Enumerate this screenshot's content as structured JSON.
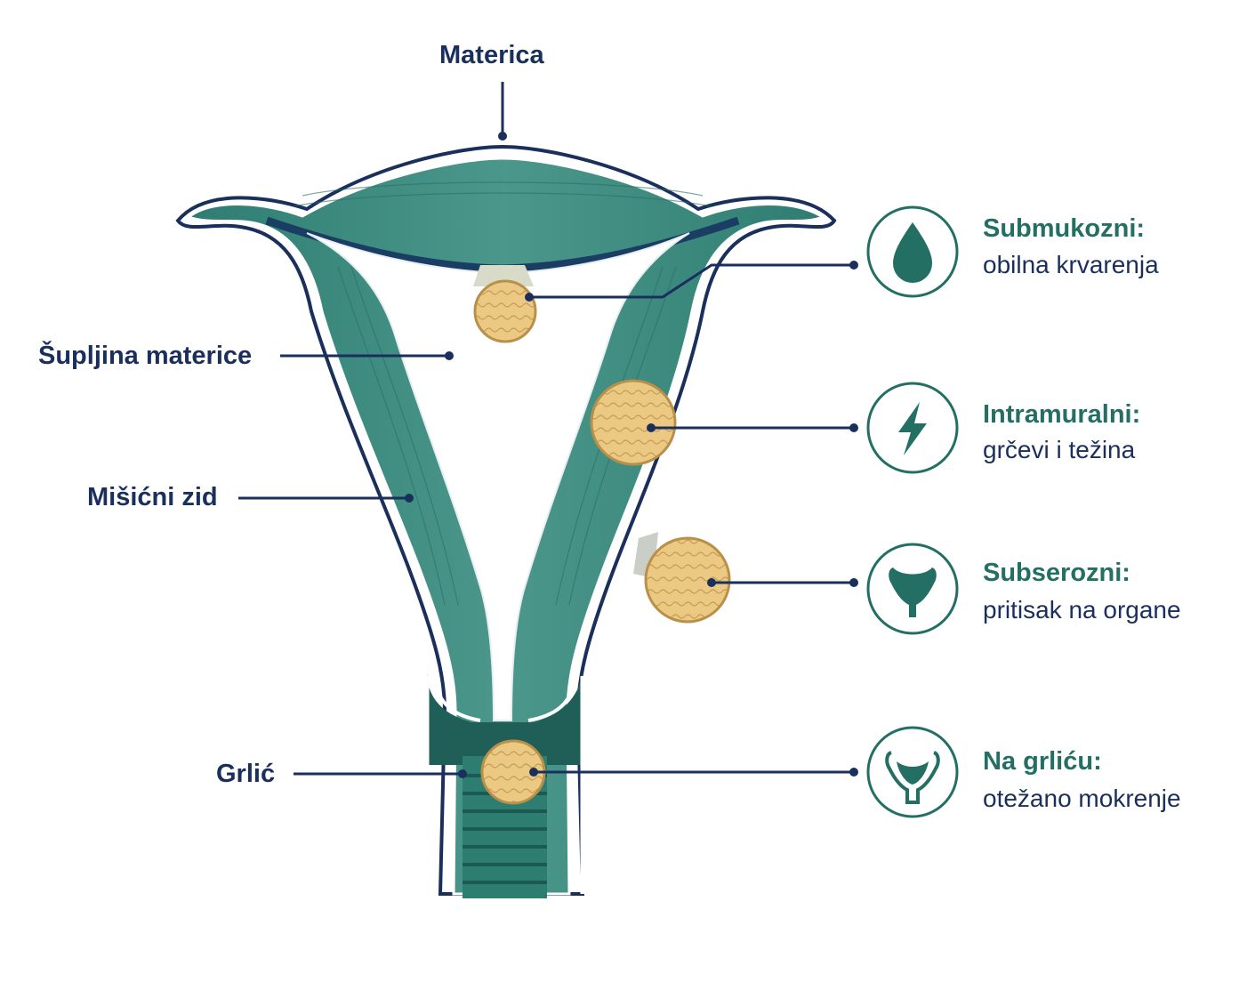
{
  "labels": {
    "uterus": "Materica",
    "cavity": "Šupljina materice",
    "muscle_wall": "Mišićni zid",
    "cervix": "Grlić"
  },
  "types": [
    {
      "title": "Submukozni:",
      "desc": "obilna krvarenja",
      "icon": "drop-icon"
    },
    {
      "title": "Intramuralni:",
      "desc": "grčevi i težina",
      "icon": "lightning-icon"
    },
    {
      "title": "Subserozni:",
      "desc": "pritisak na organe",
      "icon": "bladder-icon"
    },
    {
      "title": "Na grliću:",
      "desc": "otežano mokrenje",
      "icon": "bladder-outline-icon"
    }
  ],
  "colors": {
    "muscle": "#3e8c80",
    "muscle_dark": "#1f5f58",
    "outline": "#1a2f5c",
    "fibroid": "#e9c77d",
    "fibroid_edge": "#b9904a",
    "accent": "#236f64"
  }
}
